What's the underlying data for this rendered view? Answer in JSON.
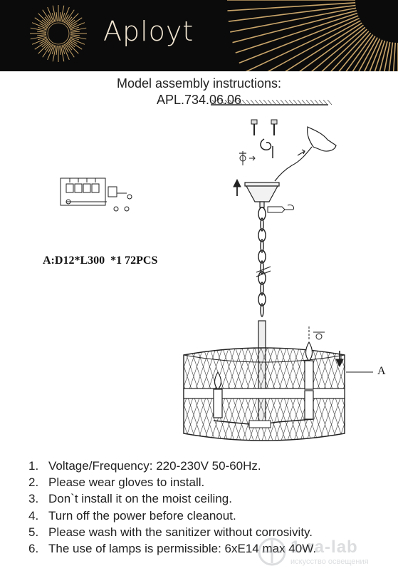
{
  "header": {
    "brand": "Aployt",
    "colors": {
      "background": "#0b0b0b",
      "gold": "#c9a56a",
      "brand_text": "#f2e6d2"
    }
  },
  "title": {
    "line1": "Model assembly instructions:",
    "line2": "APL.734.06.06"
  },
  "part": {
    "spec": "A:D12*L300  *1 72PCS",
    "label": "A"
  },
  "icons": [
    "sunburst-logo",
    "ceiling-mount",
    "screw",
    "phillips-screwdriver",
    "hook",
    "gloved-hand",
    "wiring-terminal",
    "canopy",
    "chain",
    "candle-bulb",
    "chandelier-frame"
  ],
  "steps": [
    {
      "num": "1.",
      "text": "Voltage/Frequency: 220-230V 50-60Hz."
    },
    {
      "num": "2.",
      "text": "Please wear gloves to install."
    },
    {
      "num": "3.",
      "text": "Don`t install it on the moist ceiling."
    },
    {
      "num": "4.",
      "text": "Turn off the power before cleanout."
    },
    {
      "num": "5.",
      "text": "Please wash with the sanitizer without corrosivity."
    },
    {
      "num": "6.",
      "text": "The use of lamps is permissible: 6xE14 max 40W."
    }
  ],
  "watermark": {
    "main": "1-ra-lab",
    "sub": "искусство освещения"
  }
}
